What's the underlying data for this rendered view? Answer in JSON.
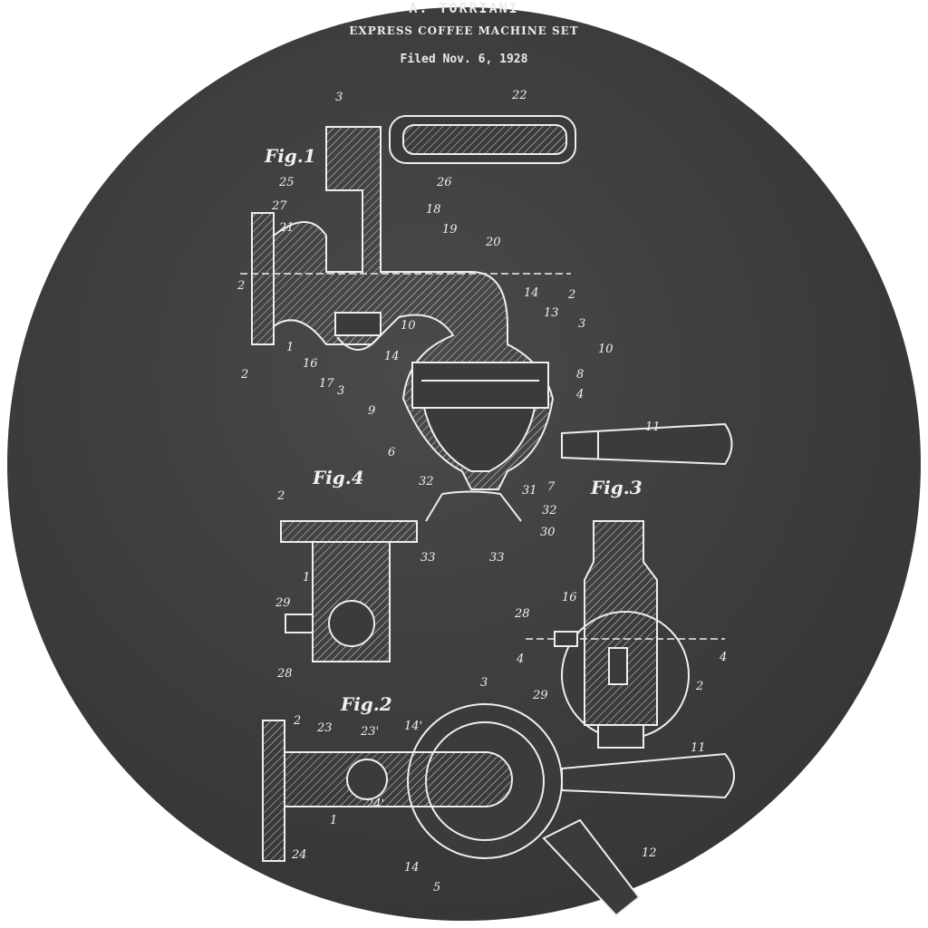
{
  "header": {
    "inventor": "A. TORRIANI",
    "title": "EXPRESS COFFEE MACHINE SET",
    "filed": "Filed Nov. 6, 1928"
  },
  "labels": [
    "3",
    "22",
    "Fig.1",
    "25",
    "26",
    "27",
    "18",
    "21",
    "19",
    "20",
    "2",
    "2",
    "14",
    "13",
    "3",
    "10",
    "8",
    "4",
    "1",
    "16",
    "14",
    "10",
    "17",
    "3",
    "2",
    "9",
    "6",
    "7",
    "11",
    "Fig.4",
    "32",
    "31",
    "32",
    "30",
    "33",
    "33",
    "Fig.3",
    "2",
    "1",
    "29",
    "28",
    "16",
    "28",
    "4",
    "4",
    "2",
    "29",
    "Fig.2",
    "3",
    "2",
    "23",
    "23'",
    "14'",
    "11",
    "24'",
    "1",
    "24",
    "14",
    "5",
    "12"
  ],
  "colors": {
    "board": "#3b3b3b",
    "ink": "#eeeeee"
  }
}
